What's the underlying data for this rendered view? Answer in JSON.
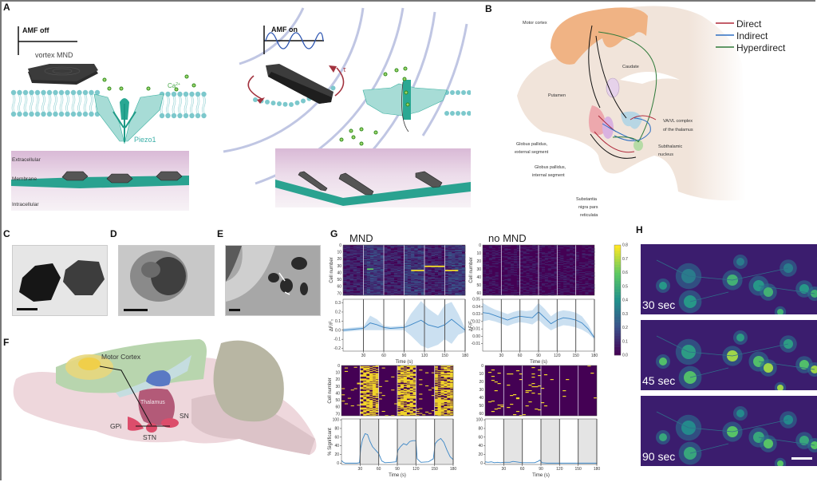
{
  "panels": {
    "A": {
      "label": "A",
      "left": {
        "amf_label": "AMF off",
        "particle_label": "vortex MND",
        "ion_label": "Ca",
        "ion_charge": "2+",
        "channel_label": "Piezo1",
        "layers": [
          "Extracellular",
          "Membrane",
          "Intracellular"
        ]
      },
      "right": {
        "amf_label": "AMF on",
        "torque_label": "τ"
      }
    },
    "B": {
      "label": "B",
      "legend": [
        {
          "name": "Direct",
          "color": "#b0293a"
        },
        {
          "name": "Indirect",
          "color": "#2f6fc2"
        },
        {
          "name": "Hyperdirect",
          "color": "#2f7a3a"
        }
      ],
      "structures": [
        "Motor cortex",
        "Caudate",
        "Putamen",
        "VA/VL complex",
        "of the thalamus",
        "Globus pallidus,",
        "external segment",
        "Subthalamic",
        "nucleus",
        "Globus pallidus,",
        "internal segment",
        "Substantia",
        "nigra pars",
        "reticulata"
      ]
    },
    "C": {
      "label": "C"
    },
    "D": {
      "label": "D"
    },
    "E": {
      "label": "E"
    },
    "F": {
      "label": "F",
      "regions": [
        "Motor Cortex",
        "Thalamus",
        "SN",
        "GPi",
        "STN"
      ]
    },
    "G": {
      "label": "G",
      "titles": [
        "MND",
        "no MND"
      ]
    },
    "H": {
      "label": "H",
      "timepoints": [
        "30 sec",
        "45 sec",
        "90 sec"
      ]
    }
  },
  "chart_data": [
    {
      "type": "heatmap",
      "title": "MND",
      "ylabel": "Cell number",
      "yticks": [
        "0",
        "10",
        "20",
        "30",
        "40",
        "50",
        "60",
        "70"
      ],
      "xlim": [
        0,
        180
      ],
      "stim_lines": [
        30,
        60,
        90,
        120,
        150
      ],
      "hot_rows": [
        {
          "row": 34,
          "x": [
            35,
            45
          ],
          "v": 0.6
        },
        {
          "row": 36,
          "x": [
            100,
            120
          ],
          "v": 0.8
        },
        {
          "row": 30,
          "x": [
            120,
            150
          ],
          "v": 0.9
        },
        {
          "row": 36,
          "x": [
            150,
            170
          ],
          "v": 0.85
        }
      ]
    },
    {
      "type": "line",
      "ylabel": "ΔF/F₀",
      "xlabel": "Time (s)",
      "xticks": [
        "30",
        "60",
        "90",
        "120",
        "150",
        "180"
      ],
      "yticks": [
        "-0.2",
        "-0.1",
        "0.0",
        "0.1",
        "0.2",
        "0.3"
      ],
      "xlim": [
        0,
        180
      ],
      "ylim": [
        -0.23,
        0.34
      ],
      "stim_lines": [
        30,
        60,
        90,
        120,
        150,
        180
      ],
      "x": [
        0,
        15,
        30,
        40,
        50,
        60,
        70,
        90,
        100,
        115,
        125,
        140,
        150,
        160,
        170,
        180
      ],
      "mean": [
        0.0,
        0.01,
        0.02,
        0.08,
        0.06,
        0.03,
        0.02,
        0.03,
        0.06,
        0.11,
        0.06,
        0.03,
        0.06,
        0.12,
        0.06,
        0.0
      ],
      "upper": [
        0.02,
        0.03,
        0.04,
        0.16,
        0.12,
        0.05,
        0.04,
        0.05,
        0.18,
        0.32,
        0.24,
        0.16,
        0.28,
        0.31,
        0.18,
        0.02
      ],
      "lower": [
        -0.02,
        -0.01,
        0.0,
        0.0,
        0.0,
        0.0,
        0.0,
        0.0,
        -0.06,
        -0.17,
        -0.2,
        -0.16,
        -0.1,
        -0.15,
        -0.05,
        -0.02
      ]
    },
    {
      "type": "heatmap",
      "title": "no MND",
      "ylabel": "Cell number",
      "yticks": [
        "0",
        "10",
        "20",
        "30",
        "40",
        "50",
        "60"
      ],
      "xlim": [
        0,
        180
      ],
      "stim_lines": [
        30,
        60,
        90,
        120,
        150
      ],
      "colorbar": {
        "min": 0.0,
        "max": 0.8,
        "ticks": [
          "0.0",
          "0.1",
          "0.2",
          "0.3",
          "0.4",
          "0.5",
          "0.6",
          "0.7",
          "0.8"
        ]
      }
    },
    {
      "type": "line",
      "ylabel": "ΔF/F₀",
      "xlabel": "Time (s)",
      "xticks": [
        "30",
        "60",
        "90",
        "120",
        "150",
        "180"
      ],
      "yticks": [
        "-0.01",
        "0.00",
        "0.01",
        "0.02",
        "0.03",
        "0.04",
        "0.05"
      ],
      "xlim": [
        0,
        180
      ],
      "ylim": [
        -0.02,
        0.05
      ],
      "stim_lines": [
        30,
        60,
        90,
        120,
        150,
        180
      ],
      "x": [
        0,
        10,
        20,
        30,
        40,
        50,
        60,
        70,
        80,
        90,
        100,
        110,
        120,
        130,
        140,
        150,
        160,
        170,
        180
      ],
      "mean": [
        0.032,
        0.031,
        0.028,
        0.025,
        0.022,
        0.025,
        0.027,
        0.026,
        0.025,
        0.033,
        0.025,
        0.017,
        0.022,
        0.025,
        0.024,
        0.022,
        0.018,
        0.01,
        -0.002
      ],
      "upper": [
        0.045,
        0.04,
        0.036,
        0.033,
        0.03,
        0.033,
        0.035,
        0.034,
        0.035,
        0.045,
        0.037,
        0.027,
        0.033,
        0.035,
        0.034,
        0.032,
        0.027,
        0.016,
        0.0
      ],
      "lower": [
        0.02,
        0.022,
        0.02,
        0.017,
        0.014,
        0.017,
        0.019,
        0.018,
        0.016,
        0.022,
        0.014,
        0.008,
        0.012,
        0.015,
        0.014,
        0.012,
        0.009,
        0.004,
        -0.004
      ]
    },
    {
      "type": "heatmap",
      "ylabel": "Cell number",
      "yticks": [
        "0",
        "10",
        "20",
        "30",
        "40",
        "50",
        "60",
        "70"
      ],
      "xlim": [
        0,
        180
      ],
      "stim_lines": [
        30,
        60,
        90,
        120,
        150
      ]
    },
    {
      "type": "line",
      "ylabel": "% Significant",
      "xlabel": "Time (s)",
      "xticks": [
        "30",
        "60",
        "90",
        "120",
        "150",
        "180"
      ],
      "yticks": [
        "0",
        "20",
        "40",
        "60",
        "80",
        "100"
      ],
      "xlim": [
        0,
        180
      ],
      "ylim": [
        -3,
        102
      ],
      "shaded": [
        [
          30,
          60
        ],
        [
          90,
          120
        ],
        [
          150,
          180
        ]
      ],
      "x": [
        0,
        3,
        6,
        25,
        29,
        31,
        34,
        38,
        42,
        46,
        50,
        55,
        60,
        65,
        70,
        80,
        88,
        91,
        95,
        100,
        105,
        110,
        115,
        120,
        122,
        128,
        140,
        148,
        151,
        155,
        160,
        165,
        170,
        175,
        180
      ],
      "values": [
        6,
        2,
        0,
        0,
        1,
        35,
        55,
        68,
        66,
        50,
        38,
        30,
        22,
        5,
        1,
        2,
        3,
        30,
        38,
        45,
        42,
        50,
        52,
        52,
        10,
        2,
        3,
        10,
        45,
        52,
        57,
        48,
        30,
        15,
        8
      ]
    },
    {
      "type": "heatmap",
      "yticks": [
        "0",
        "10",
        "20",
        "30",
        "40",
        "50",
        "60"
      ],
      "xlim": [
        0,
        180
      ],
      "stim_lines": [
        30,
        60,
        90,
        120,
        150
      ]
    },
    {
      "type": "line",
      "xlabel": "Time (s)",
      "xticks": [
        "30",
        "60",
        "90",
        "120",
        "150",
        "180"
      ],
      "yticks": [
        "0",
        "20",
        "40",
        "60",
        "80",
        "100"
      ],
      "xlim": [
        0,
        180
      ],
      "ylim": [
        -3,
        102
      ],
      "shaded": [
        [
          30,
          60
        ],
        [
          90,
          120
        ],
        [
          150,
          180
        ]
      ],
      "x": [
        0,
        5,
        10,
        15,
        20,
        25,
        30,
        40,
        45,
        55,
        60,
        70,
        80,
        85,
        88,
        92,
        100,
        120,
        150,
        180
      ],
      "values": [
        3,
        2,
        3,
        1,
        2,
        1,
        2,
        2,
        4,
        2,
        1,
        1,
        1,
        4,
        7,
        1,
        0,
        0,
        0,
        0
      ]
    }
  ]
}
